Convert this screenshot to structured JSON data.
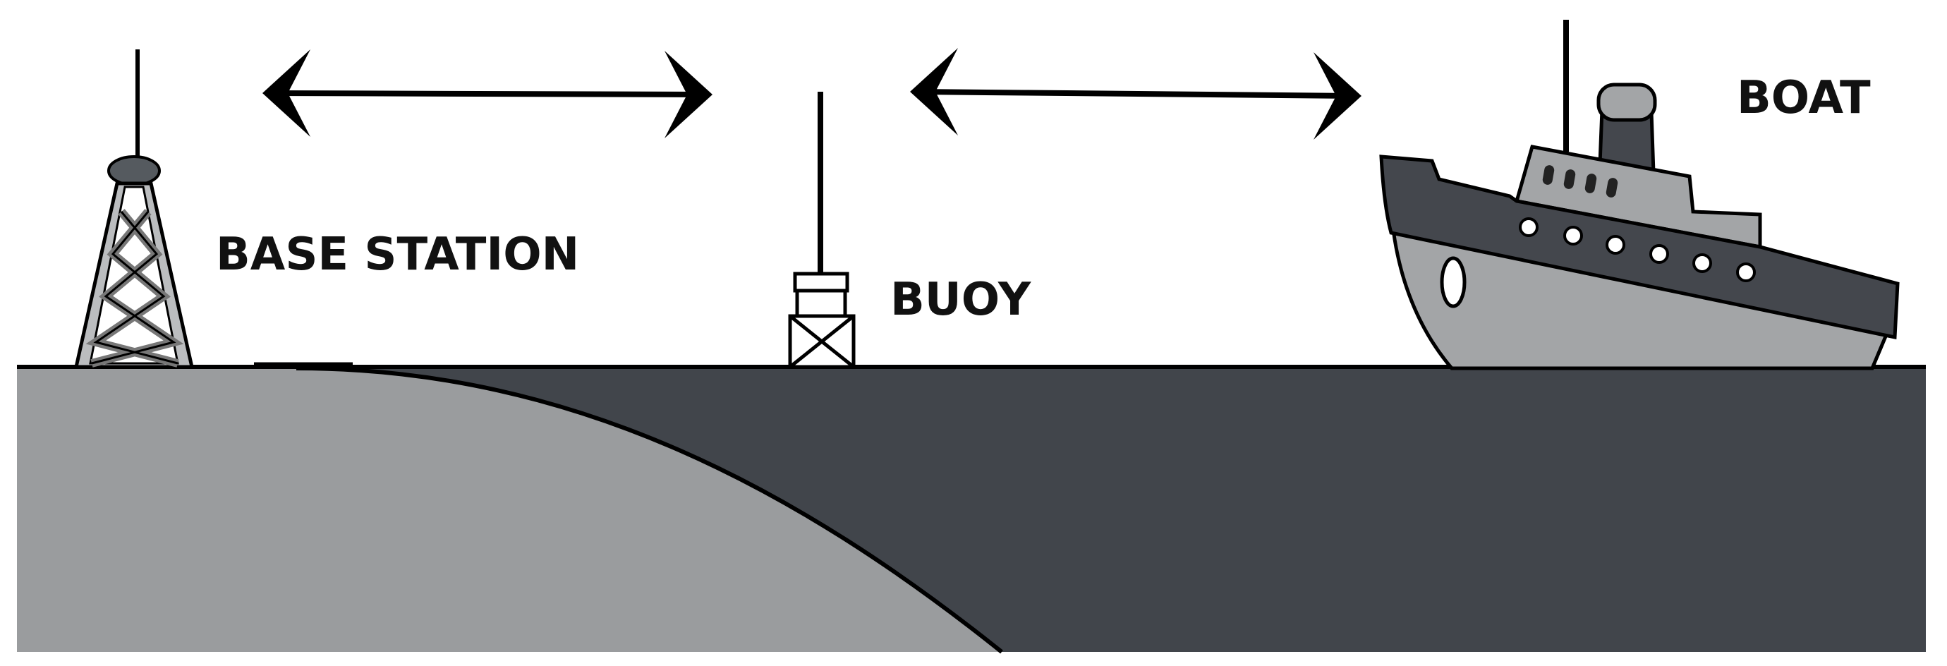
{
  "labels": {
    "base_station": "BASE STATION",
    "buoy": "BUOY",
    "boat": "BOAT"
  },
  "links": [
    {
      "from": "base_station",
      "to": "buoy",
      "direction": "bidirectional"
    },
    {
      "from": "buoy",
      "to": "boat",
      "direction": "bidirectional"
    }
  ],
  "colors": {
    "sea": "#41454b",
    "land": "#9a9c9e",
    "boat_dark": "#44474d",
    "boat_light": "#a3a5a7",
    "outline": "#000000",
    "background": "#ffffff"
  },
  "icons": {
    "base_station": "lattice-tower-icon",
    "buoy": "buoy-icon",
    "boat": "ship-icon"
  }
}
